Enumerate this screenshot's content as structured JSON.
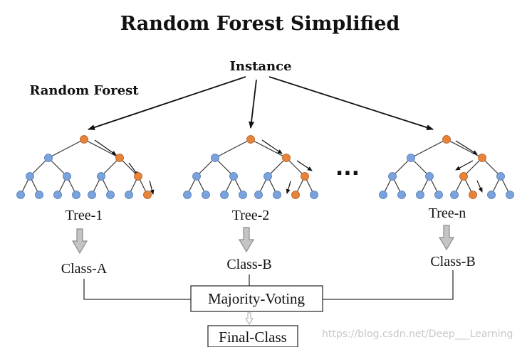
{
  "title": "Random Forest Simplified",
  "instance_label": "Instance",
  "forest_label": "Random Forest",
  "ellipsis": "...",
  "trees": [
    {
      "label": "Tree-1",
      "class_label": "Class-A"
    },
    {
      "label": "Tree-2",
      "class_label": "Class-B"
    },
    {
      "label": "Tree-n",
      "class_label": "Class-B"
    }
  ],
  "voting_label": "Majority-Voting",
  "final_label": "Final-Class",
  "watermark": "https://blog.csdn.net/Deep___Learning",
  "colors": {
    "node_blue": "#7aa3de",
    "node_orange": "#e8833a",
    "line": "#333333",
    "arrow_fill": "#c4c4c4",
    "arrow_stroke": "#8a8a8a"
  }
}
